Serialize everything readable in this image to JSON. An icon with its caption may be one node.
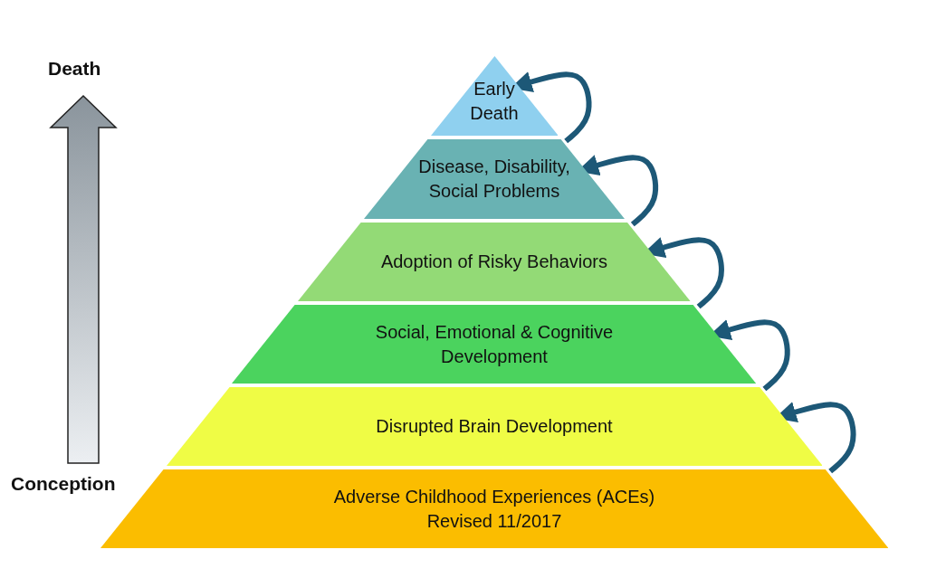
{
  "diagram": {
    "nodes": [
      {
        "text": [
          "Early Death"
        ]
      },
      {
        "text": [
          "Disease, Disability, Social Problems"
        ]
      },
      {
        "text": [
          "Adoption of Risky Behaviors"
        ]
      },
      {
        "text": [
          "Social, Emotional & Cognitive Development"
        ]
      },
      {
        "text": [
          "Disrupted Brain Development"
        ]
      },
      {
        "text": [
          "Adverse Childhood Experiences (ACEs)",
          "Revised 11/2017"
        ]
      }
    ],
    "edges": [
      {
        "from": 5,
        "to": 4,
        "arrow": "to"
      },
      {
        "from": 4,
        "to": 3,
        "arrow": "to"
      },
      {
        "from": 3,
        "to": 2,
        "arrow": "to"
      },
      {
        "from": 2,
        "to": 1,
        "arrow": "to"
      },
      {
        "from": 1,
        "to": 0,
        "arrow": "to"
      }
    ],
    "labels": [
      "Death",
      "Conception"
    ]
  }
}
